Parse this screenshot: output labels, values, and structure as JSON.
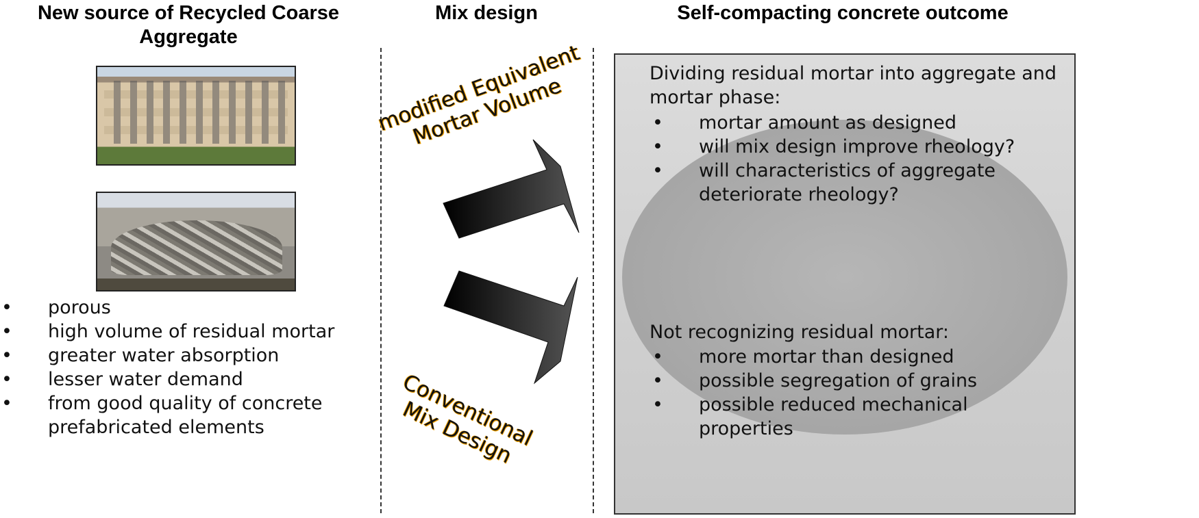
{
  "columns": {
    "left": {
      "title": "New source of Recycled Coarse Aggregate",
      "photos": [
        "apartment-building-photo",
        "demolition-rubble-photo"
      ],
      "bullets": [
        "porous",
        "high volume of residual mortar",
        "greater water absorption",
        "lesser water demand",
        "from good quality of concrete prefabricated elements"
      ]
    },
    "middle": {
      "title": "Mix design",
      "upper_arrow_label": "modified Equivalent Mortar Volume",
      "lower_arrow_label": "Conventional Mix Design"
    },
    "right": {
      "title": "Self-compacting concrete outcome",
      "upper": {
        "heading": "Dividing residual mortar into aggregate and mortar phase:",
        "bullets": [
          "mortar amount as designed",
          "will mix design improve rheology?",
          "will characteristics of aggregate deteriorate rheology?"
        ]
      },
      "lower": {
        "heading": "Not recognizing residual mortar:",
        "bullets": [
          "more mortar than designed",
          "possible segregation of grains",
          "possible reduced mechanical properties"
        ]
      }
    }
  }
}
